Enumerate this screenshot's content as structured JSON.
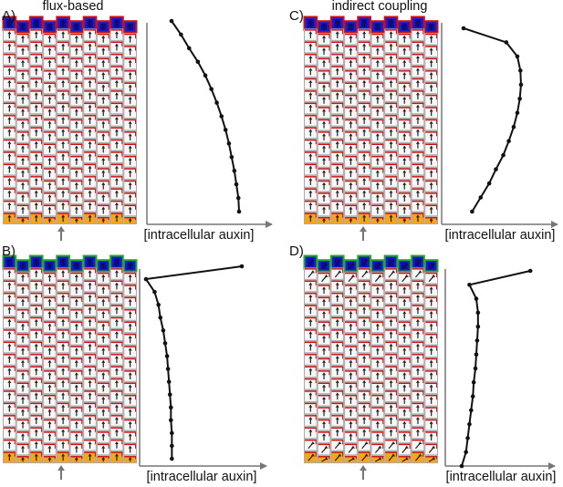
{
  "figure": {
    "panels": [
      {
        "id": "A",
        "label": "A)",
        "title": "flux-based",
        "axis_label": "[intracellular auxin]",
        "top_cell_color": "#1a1ad6",
        "top_outline_color": "#cc1111",
        "curve": [
          0.0,
          0.14,
          0.26,
          0.39,
          0.5,
          0.59,
          0.67,
          0.74,
          0.8,
          0.85,
          0.89,
          0.93,
          0.96,
          0.99,
          1.0
        ]
      },
      {
        "id": "B",
        "label": "B)",
        "title": "",
        "axis_label": "[intracellular auxin]",
        "top_cell_color": "#1a1ad6",
        "top_outline_color": "#22aa22",
        "curve": [
          1.0,
          0.0,
          0.09,
          0.13,
          0.15,
          0.18,
          0.2,
          0.22,
          0.23,
          0.24,
          0.25,
          0.26,
          0.26,
          0.27,
          0.27,
          0.27
        ]
      },
      {
        "id": "C",
        "label": "C)",
        "title": "indirect coupling",
        "axis_label": "[intracellular auxin]",
        "top_cell_color": "#1a1ad6",
        "top_outline_color": "#cc1111",
        "curve": [
          0.0,
          0.7,
          0.88,
          0.93,
          0.94,
          0.92,
          0.88,
          0.82,
          0.74,
          0.65,
          0.53,
          0.42,
          0.28,
          0.14
        ]
      },
      {
        "id": "D",
        "label": "D)",
        "title": "",
        "axis_label": "[intracellular auxin]",
        "top_cell_color": "#1a1ad6",
        "top_outline_color": "#22aa22",
        "curve": [
          0.8,
          0.09,
          0.17,
          0.19,
          0.19,
          0.18,
          0.17,
          0.16,
          0.14,
          0.13,
          0.11,
          0.09,
          0.07,
          0.05,
          0.0
        ]
      }
    ],
    "colors": {
      "cell_fill": "#f7f7f7",
      "cell_wall": "#aaaaaa",
      "pin_membrane": "#cc1111",
      "bottom_cell": "#f7a51a",
      "curve": "#111111",
      "axis": "#777777",
      "input_arrow": "#777777"
    }
  }
}
